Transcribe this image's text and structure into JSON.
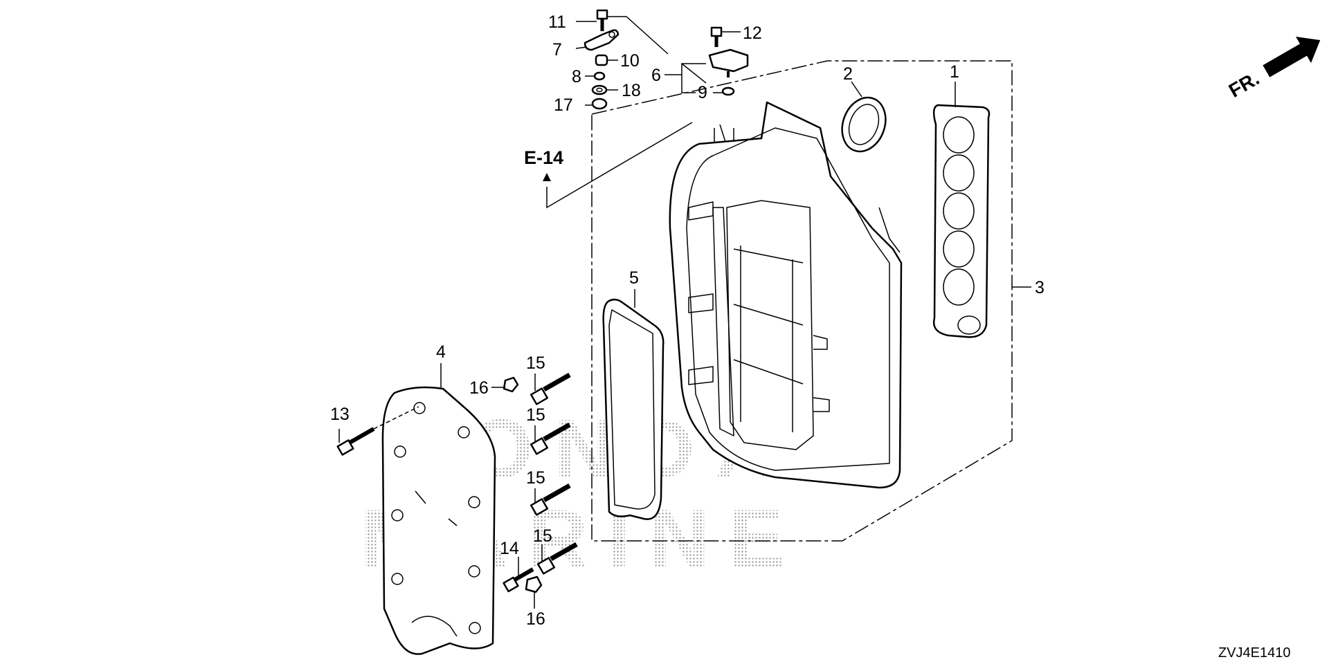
{
  "front_indicator": {
    "label": "FR."
  },
  "reference": {
    "label": "E-14"
  },
  "diagram_code": "ZVJ4E1410",
  "parts": [
    {
      "callout": "1"
    },
    {
      "callout": "2"
    },
    {
      "callout": "3"
    },
    {
      "callout": "4"
    },
    {
      "callout": "5"
    },
    {
      "callout": "6"
    },
    {
      "callout": "7"
    },
    {
      "callout": "8"
    },
    {
      "callout": "9"
    },
    {
      "callout": "10"
    },
    {
      "callout": "11"
    },
    {
      "callout": "12"
    },
    {
      "callout": "13"
    },
    {
      "callout": "14"
    },
    {
      "callout": "15"
    },
    {
      "callout": "16"
    },
    {
      "callout": "17"
    },
    {
      "callout": "18"
    }
  ],
  "repeated_callouts": {
    "bolt_15": "15",
    "nut_16": "16"
  },
  "watermark": {
    "brand": "HONDA",
    "line2": "MARINE"
  }
}
